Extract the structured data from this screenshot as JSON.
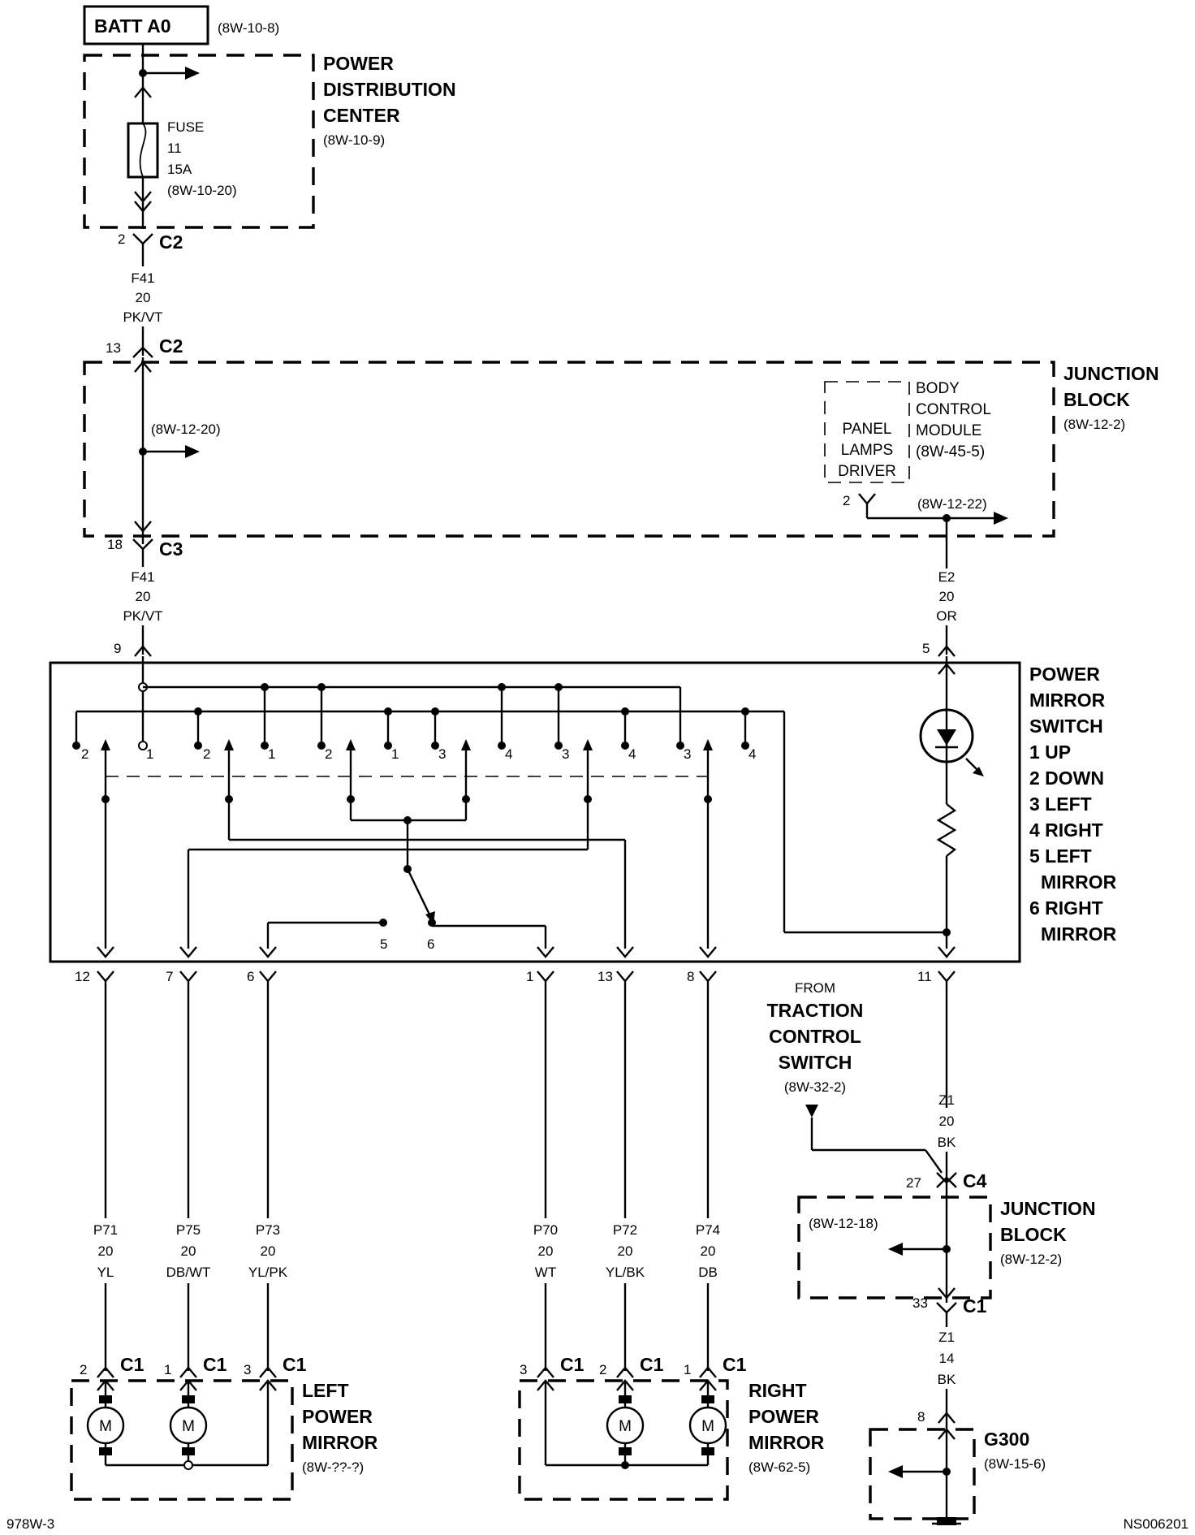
{
  "source": {
    "label": "BATT A0",
    "ref": "(8W-10-8)"
  },
  "pdc": {
    "title": [
      "POWER",
      "DISTRIBUTION",
      "CENTER"
    ],
    "ref": "(8W-10-9)",
    "fuse": [
      "FUSE",
      "11",
      "15A",
      "(8W-10-20)"
    ]
  },
  "connectors": {
    "c2_top": {
      "pin": "2",
      "name": "C2"
    },
    "c2_bottom": {
      "pin": "13",
      "name": "C2"
    },
    "c3": {
      "pin": "18",
      "name": "C3"
    },
    "switch_in_left": {
      "pin": "9"
    },
    "switch_in_right": {
      "pin": "5"
    },
    "bcm_out": {
      "pin": "2"
    },
    "c4": {
      "pin": "27",
      "name": "C4"
    },
    "c1_jb": {
      "pin": "33",
      "name": "C1"
    },
    "g300_pin": {
      "pin": "8"
    }
  },
  "wires": {
    "f41_a": [
      "F41",
      "20",
      "PK/VT"
    ],
    "f41_b": [
      "F41",
      "20",
      "PK/VT"
    ],
    "e2": [
      "E2",
      "20",
      "OR"
    ],
    "z1_a": [
      "Z1",
      "20",
      "BK"
    ],
    "z1_b": [
      "Z1",
      "14",
      "BK"
    ],
    "p71": [
      "P71",
      "20",
      "YL"
    ],
    "p75": [
      "P75",
      "20",
      "DB/WT"
    ],
    "p73": [
      "P73",
      "20",
      "YL/PK"
    ],
    "p70": [
      "P70",
      "20",
      "WT"
    ],
    "p72": [
      "P72",
      "20",
      "YL/BK"
    ],
    "p74": [
      "P74",
      "20",
      "DB"
    ]
  },
  "junction_block_top": {
    "title": [
      "JUNCTION",
      "BLOCK"
    ],
    "ref": "(8W-12-2)",
    "splice_ref": "(8W-12-20)",
    "out_ref": "(8W-12-22)",
    "driver": [
      "PANEL",
      "LAMPS",
      "DRIVER"
    ],
    "bcm": [
      "BODY",
      "CONTROL",
      "MODULE",
      "(8W-45-5)"
    ]
  },
  "switch": {
    "title": [
      "POWER",
      "MIRROR",
      "SWITCH",
      "1 UP",
      "2 DOWN",
      "3 LEFT",
      "4 RIGHT",
      "5 LEFT",
      "MIRROR",
      "6 RIGHT",
      "MIRROR"
    ],
    "contacts": [
      "2",
      "1",
      "2",
      "1",
      "2",
      "1",
      "3",
      "4",
      "3",
      "4",
      "3",
      "4"
    ],
    "selector": [
      "5",
      "6"
    ],
    "out_pins": [
      "12",
      "7",
      "6",
      "1",
      "13",
      "8",
      "11"
    ]
  },
  "traction": {
    "lines": [
      "FROM",
      "TRACTION",
      "CONTROL",
      "SWITCH"
    ],
    "ref": "(8W-32-2)"
  },
  "junction_block_bottom": {
    "title": [
      "JUNCTION",
      "BLOCK"
    ],
    "ref": "(8W-12-2)",
    "splice_ref": "(8W-12-18)"
  },
  "left_mirror": {
    "title": [
      "LEFT",
      "POWER",
      "MIRROR"
    ],
    "ref": "(8W-??-?)",
    "pins": [
      {
        "pin": "2",
        "name": "C1"
      },
      {
        "pin": "1",
        "name": "C1"
      },
      {
        "pin": "3",
        "name": "C1"
      }
    ],
    "motor": "M"
  },
  "right_mirror": {
    "title": [
      "RIGHT",
      "POWER",
      "MIRROR"
    ],
    "ref": "(8W-62-5)",
    "pins": [
      {
        "pin": "3",
        "name": "C1"
      },
      {
        "pin": "2",
        "name": "C1"
      },
      {
        "pin": "1",
        "name": "C1"
      }
    ],
    "motor": "M"
  },
  "ground": {
    "label": "G300",
    "ref": "(8W-15-6)"
  },
  "footer": {
    "left": "978W-3",
    "right": "NS006201"
  }
}
